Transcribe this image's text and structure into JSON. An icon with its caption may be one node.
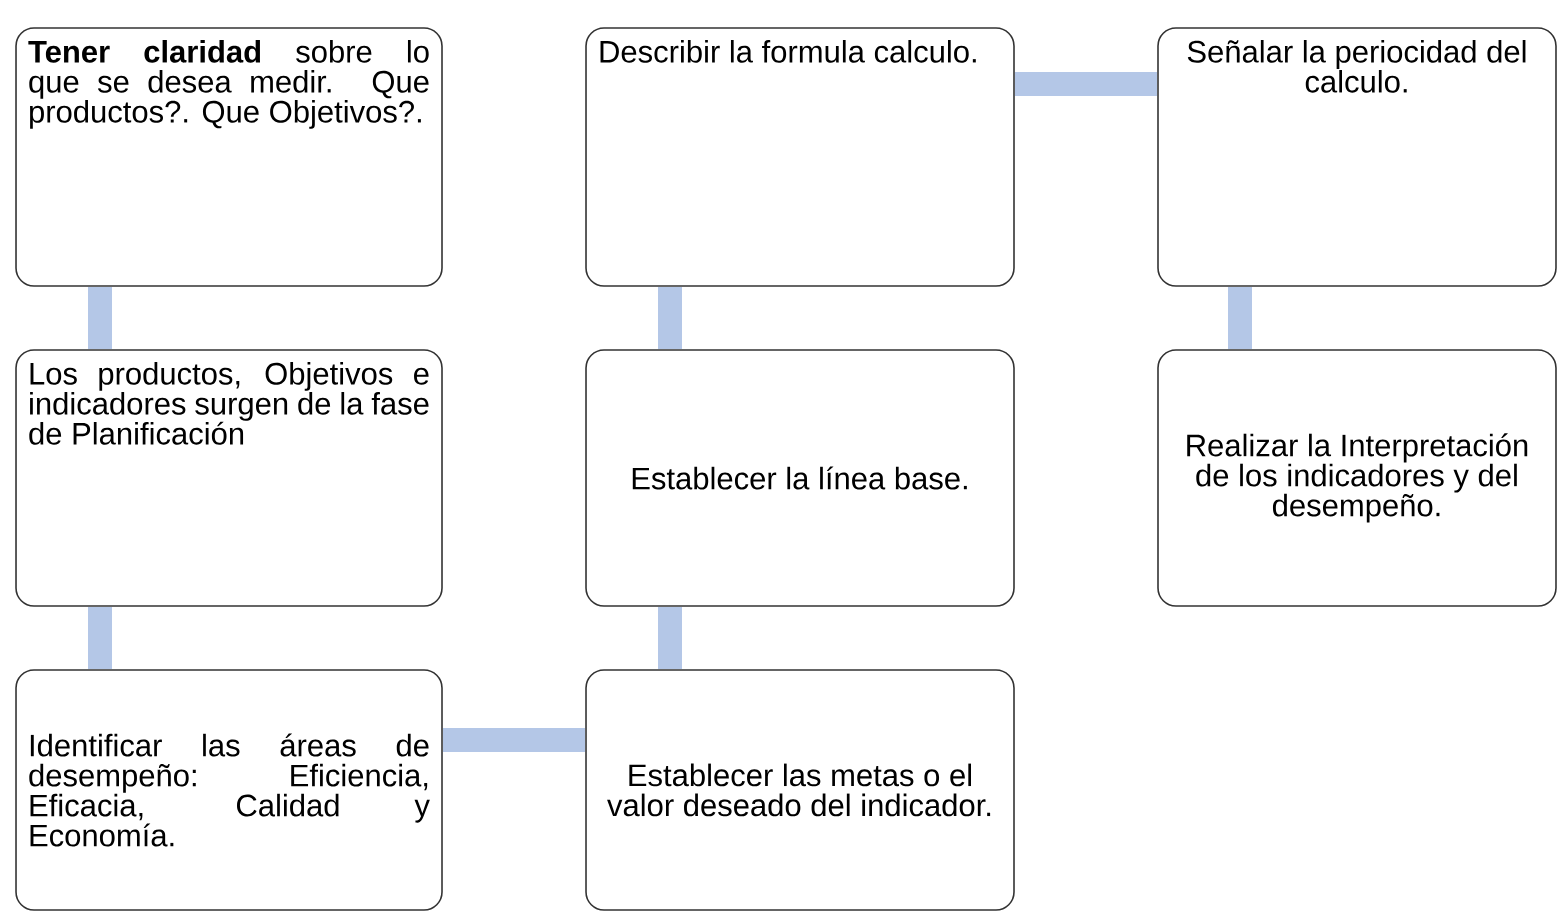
{
  "diagram": {
    "nodes": [
      {
        "text": [
          "**Tener claridad** sobre lo que se desea medir. Que productos?. Que Objetivos?."
        ]
      },
      {
        "text": [
          "Los productos, Objetivos e indicadores surgen de la fase de Planificación"
        ]
      },
      {
        "text": [
          "Identificar las áreas de desempeño: Eficiencia, Eficacia, Calidad y Economía."
        ]
      },
      {
        "text": [
          "Describir la formula calculo."
        ]
      },
      {
        "text": [
          "Establecer la línea base."
        ]
      },
      {
        "text": [
          "Establecer las metas o el valor deseado del indicador."
        ]
      },
      {
        "text": [
          "Señalar la periocidad del calculo."
        ]
      },
      {
        "text": [
          "Realizar la Interpretación de los indicadores y del desempeño."
        ]
      }
    ],
    "edges": [
      {
        "from": 0,
        "to": 1,
        "arrow": "none"
      },
      {
        "from": 1,
        "to": 2,
        "arrow": "none"
      },
      {
        "from": 2,
        "to": 5,
        "arrow": "none"
      },
      {
        "from": 5,
        "to": 4,
        "arrow": "none"
      },
      {
        "from": 4,
        "to": 3,
        "arrow": "none"
      },
      {
        "from": 3,
        "to": 6,
        "arrow": "none"
      },
      {
        "from": 6,
        "to": 7,
        "arrow": "none"
      }
    ]
  }
}
